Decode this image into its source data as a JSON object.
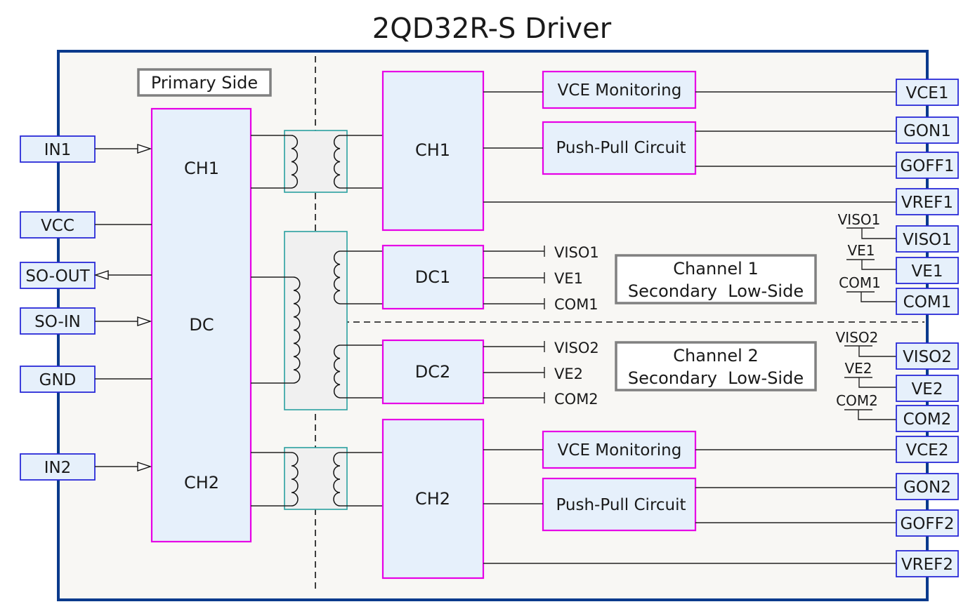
{
  "title": "2QD32R-S Driver",
  "colors": {
    "housing_border": "#0a3a8c",
    "housing_fill": "#f8f7f4",
    "block_border": "#e600e6",
    "block_fill": "#e6f0fb",
    "pin_border": "#2a2ad8",
    "transformer_border": "#2aa0a0",
    "label_border": "#808080"
  },
  "labels": {
    "primary_side": "Primary Side",
    "channel1": {
      "line1": "Channel 1",
      "line2": "Secondary  Low-Side"
    },
    "channel2": {
      "line1": "Channel 2",
      "line2": "Secondary  Low-Side"
    }
  },
  "primary_blocks": {
    "ch1": "CH1",
    "dc": "DC",
    "ch2": "CH2"
  },
  "secondary_blocks": {
    "ch1": "CH1",
    "dc1": "DC1",
    "dc2": "DC2",
    "ch2": "CH2",
    "vce_mon1": "VCE Monitoring",
    "pushpull1": "Push-Pull Circuit",
    "vce_mon2": "VCE Monitoring",
    "pushpull2": "Push-Pull Circuit"
  },
  "left_pins": [
    {
      "id": "in1",
      "label": "IN1",
      "direction": "in"
    },
    {
      "id": "vcc",
      "label": "VCC",
      "direction": "none"
    },
    {
      "id": "so-out",
      "label": "SO-OUT",
      "direction": "out"
    },
    {
      "id": "so-in",
      "label": "SO-IN",
      "direction": "in"
    },
    {
      "id": "gnd",
      "label": "GND",
      "direction": "none"
    },
    {
      "id": "in2",
      "label": "IN2",
      "direction": "in"
    }
  ],
  "right_pins": [
    {
      "id": "vce1",
      "label": "VCE1"
    },
    {
      "id": "gon1",
      "label": "GON1"
    },
    {
      "id": "goff1",
      "label": "GOFF1"
    },
    {
      "id": "vref1",
      "label": "VREF1"
    },
    {
      "id": "viso1",
      "label": "VISO1"
    },
    {
      "id": "ve1",
      "label": "VE1"
    },
    {
      "id": "com1",
      "label": "COM1"
    },
    {
      "id": "viso2",
      "label": "VISO2"
    },
    {
      "id": "ve2",
      "label": "VE2"
    },
    {
      "id": "com2",
      "label": "COM2"
    },
    {
      "id": "vce2",
      "label": "VCE2"
    },
    {
      "id": "gon2",
      "label": "GON2"
    },
    {
      "id": "goff2",
      "label": "GOFF2"
    },
    {
      "id": "vref2",
      "label": "VREF2"
    }
  ],
  "dc_outputs": {
    "dc1": [
      "VISO1",
      "VE1",
      "COM1"
    ],
    "dc2": [
      "VISO2",
      "VE2",
      "COM2"
    ]
  },
  "net_labels": {
    "ch1": [
      "VISO1",
      "VE1",
      "COM1"
    ],
    "ch2": [
      "VISO2",
      "VE2",
      "COM2"
    ]
  }
}
